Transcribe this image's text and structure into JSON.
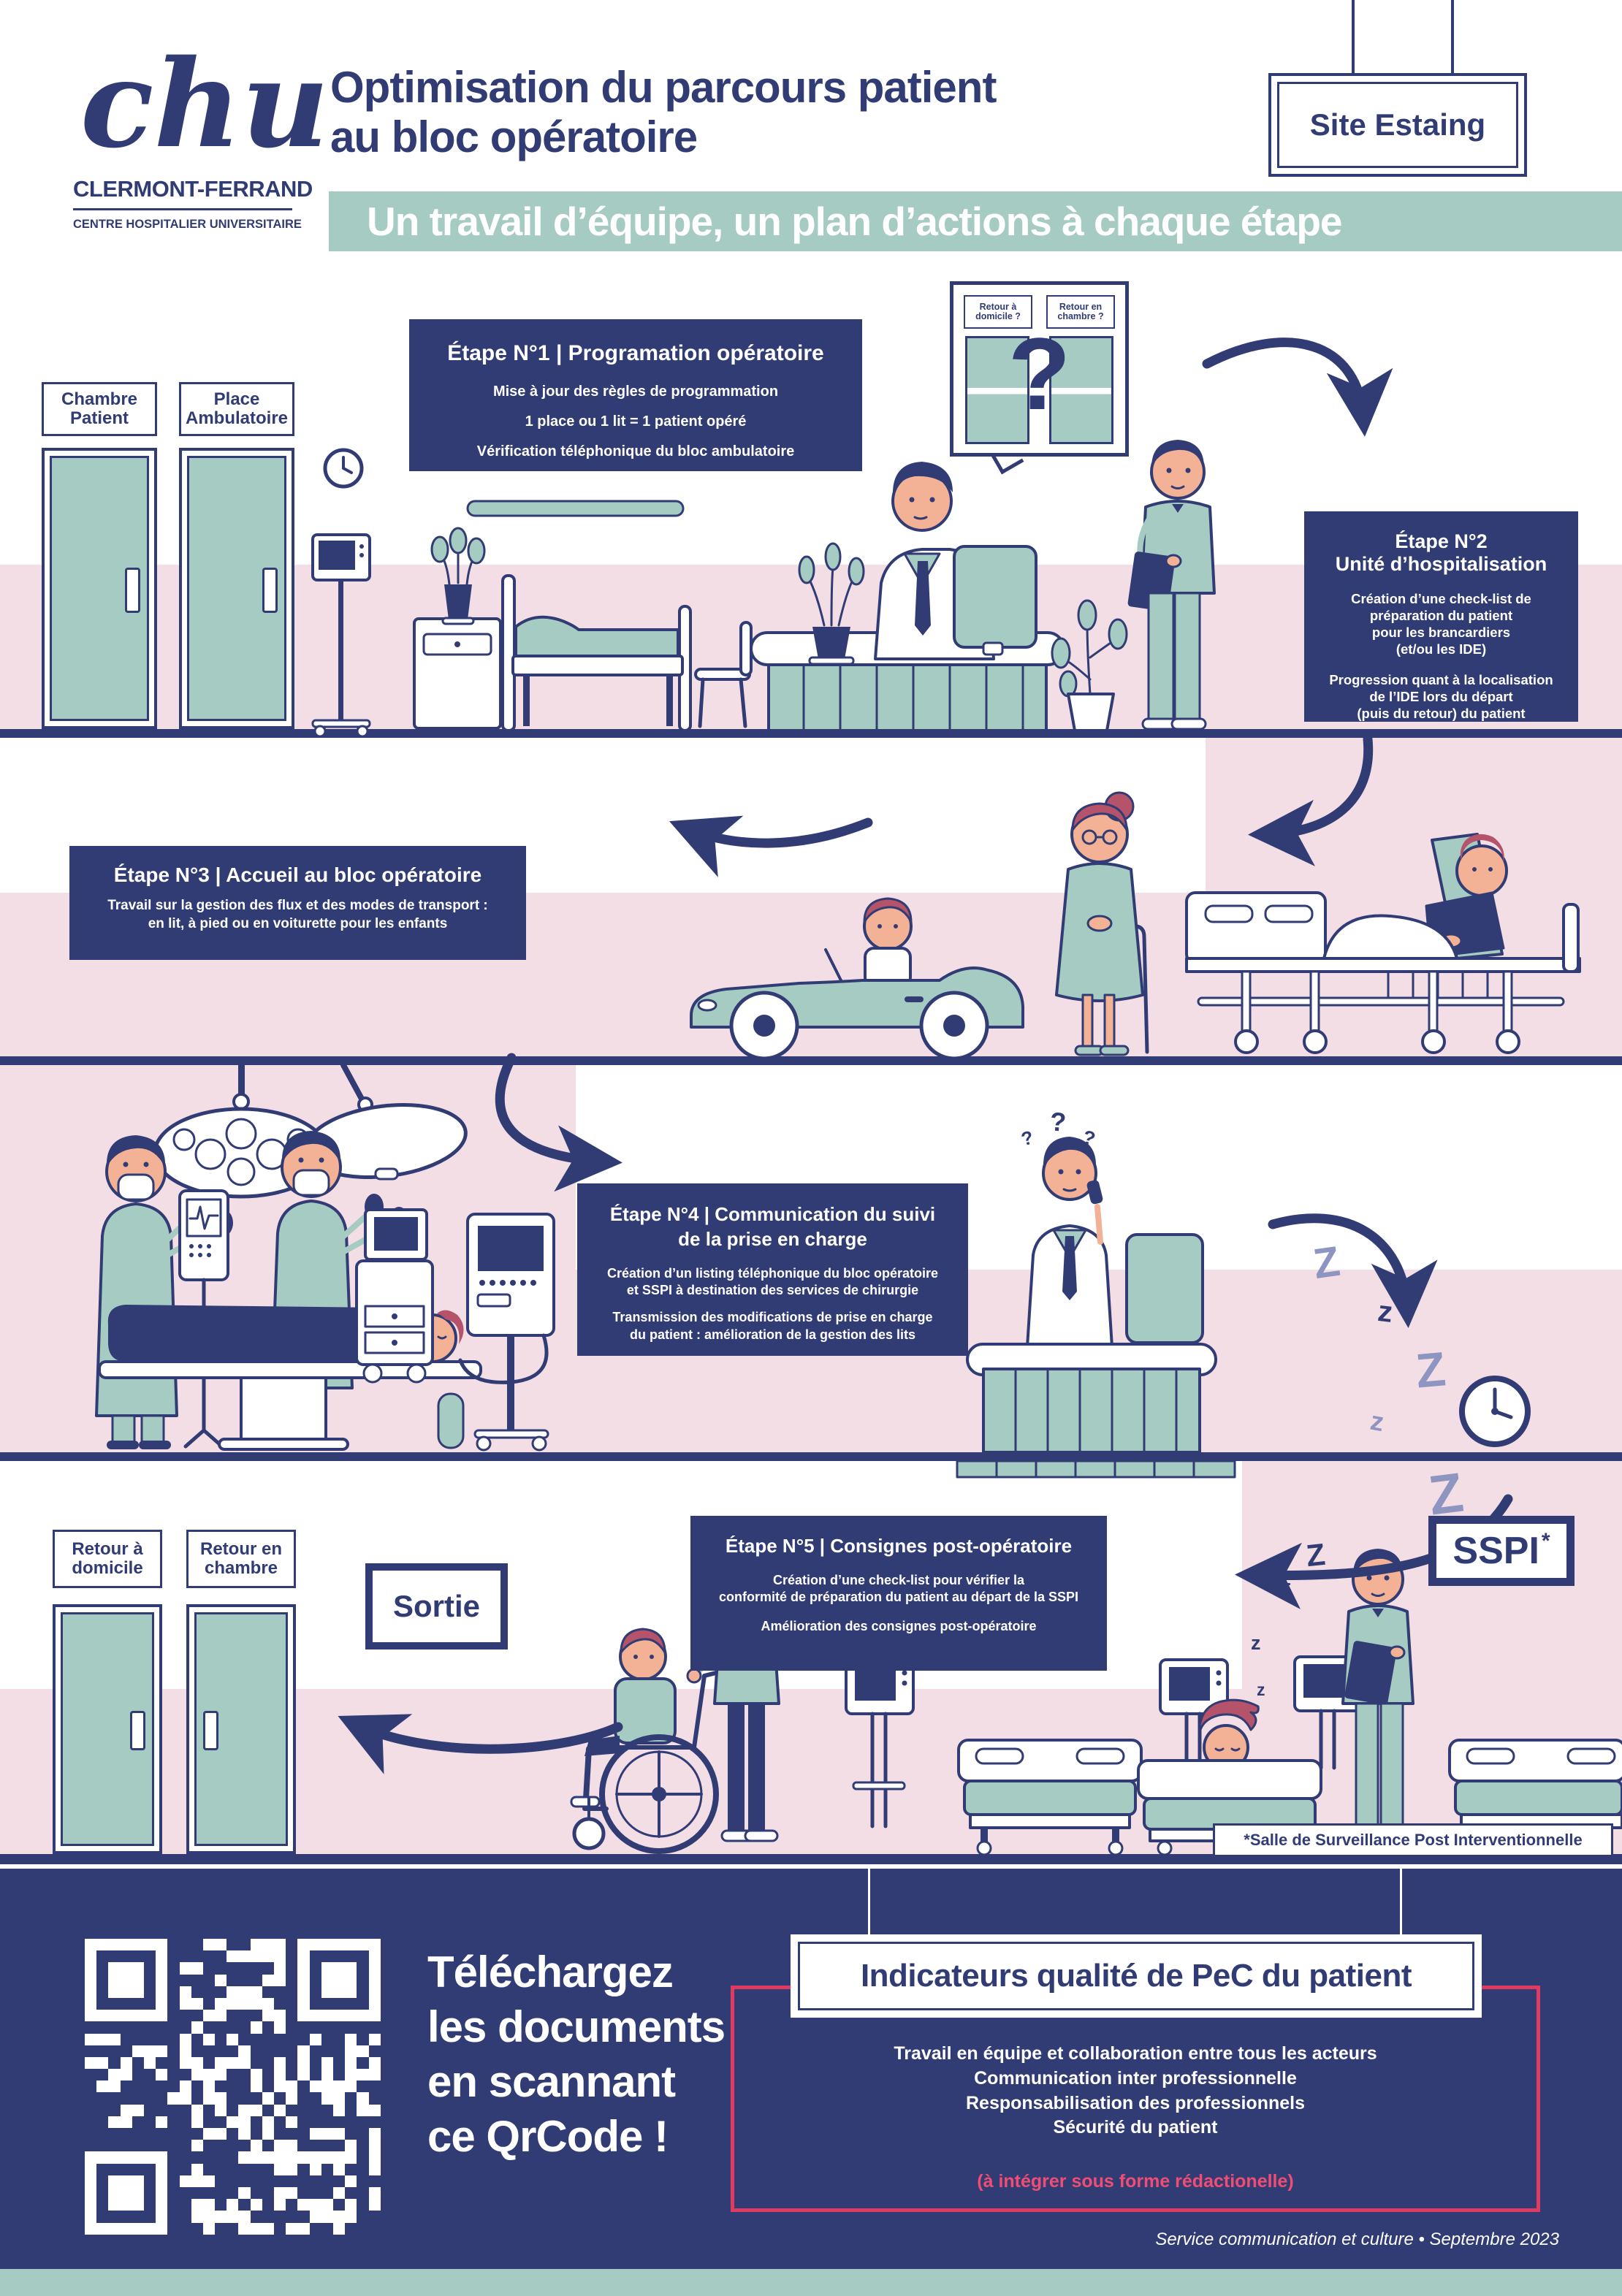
{
  "colors": {
    "navy": "#323c74",
    "teal": "#a5cbc3",
    "pink": "#f3dee6",
    "skin": "#f3b295",
    "hair_red": "#b5536b",
    "purple_z": "#8e95c0",
    "crimson_border": "#e13a60",
    "pink_note": "#ef4d74"
  },
  "header": {
    "logo_script": "chu",
    "logo_city": "CLERMONT-FERRAND",
    "logo_subtitle": "CENTRE HOSPITALIER UNIVERSITAIRE",
    "title": "Optimisation du parcours patient\nau bloc opératoire",
    "banner": "Un travail d’équipe, un plan d’actions à chaque étape",
    "site_badge": "Site Estaing"
  },
  "rooms": {
    "chambre_patient": "Chambre Patient",
    "place_ambulatoire": "Place Ambulatoire",
    "retour_domicile": "Retour à domicile",
    "retour_chambre": "Retour en chambre",
    "sortie": "Sortie",
    "sspi": "SSPI",
    "sspi_ast": "*",
    "sspi_footnote": "*Salle de Surveillance Post Interventionnelle"
  },
  "bubble": {
    "door_left": "Retour à domicile ?",
    "door_right": "Retour en chambre ?",
    "question": "?"
  },
  "decor": {
    "z_upper": "Z",
    "z_lower": "z",
    "question": "?"
  },
  "steps": [
    {
      "title": "Étape N°1 | Programation opératoire",
      "lines": [
        "Mise à jour des règles de programmation",
        "1 place ou 1 lit = 1 patient opéré",
        "Vérification téléphonique du bloc ambulatoire"
      ]
    },
    {
      "title": "Étape N°2\nUnité d’hospitalisation",
      "lines": [
        "Création d’une check-list de\npréparation du patient\npour les brancardiers\n(et/ou les IDE)",
        "Progression quant à la localisation\nde l’IDE lors du départ\n(puis du retour) du patient"
      ]
    },
    {
      "title": "Étape N°3 | Accueil au bloc opératoire",
      "lines": [
        "Travail sur la gestion des flux et des modes de transport :\nen lit, à pied ou en voiturette pour les enfants"
      ]
    },
    {
      "title": "Étape N°4 | Communication du suivi\nde la prise en charge",
      "lines": [
        "Création d’un listing téléphonique du bloc opératoire\net SSPI à destination des services de chirurgie",
        "Transmission des modifications de prise en charge\ndu patient : amélioration de la gestion des lits"
      ]
    },
    {
      "title": "Étape N°5 | Consignes post-opératoire",
      "lines": [
        "Création d’une check-list pour vérifier la\nconformité de préparation du patient au départ de la SSPI",
        "Amélioration des consignes post-opératoire"
      ]
    }
  ],
  "download": {
    "caption_lines": [
      "Téléchargez",
      "les documents",
      "en scannant",
      "ce QrCode !"
    ]
  },
  "indicators": {
    "title": "Indicateurs qualité de PeC du patient",
    "lines": [
      "Travail en équipe et collaboration entre tous les acteurs",
      "Communication inter professionnelle",
      "Responsabilisation des professionnels",
      "Sécurité du patient"
    ],
    "note": "(à intégrer sous forme rédactionelle)"
  },
  "credit": "Service communication et culture • Septembre 2023"
}
